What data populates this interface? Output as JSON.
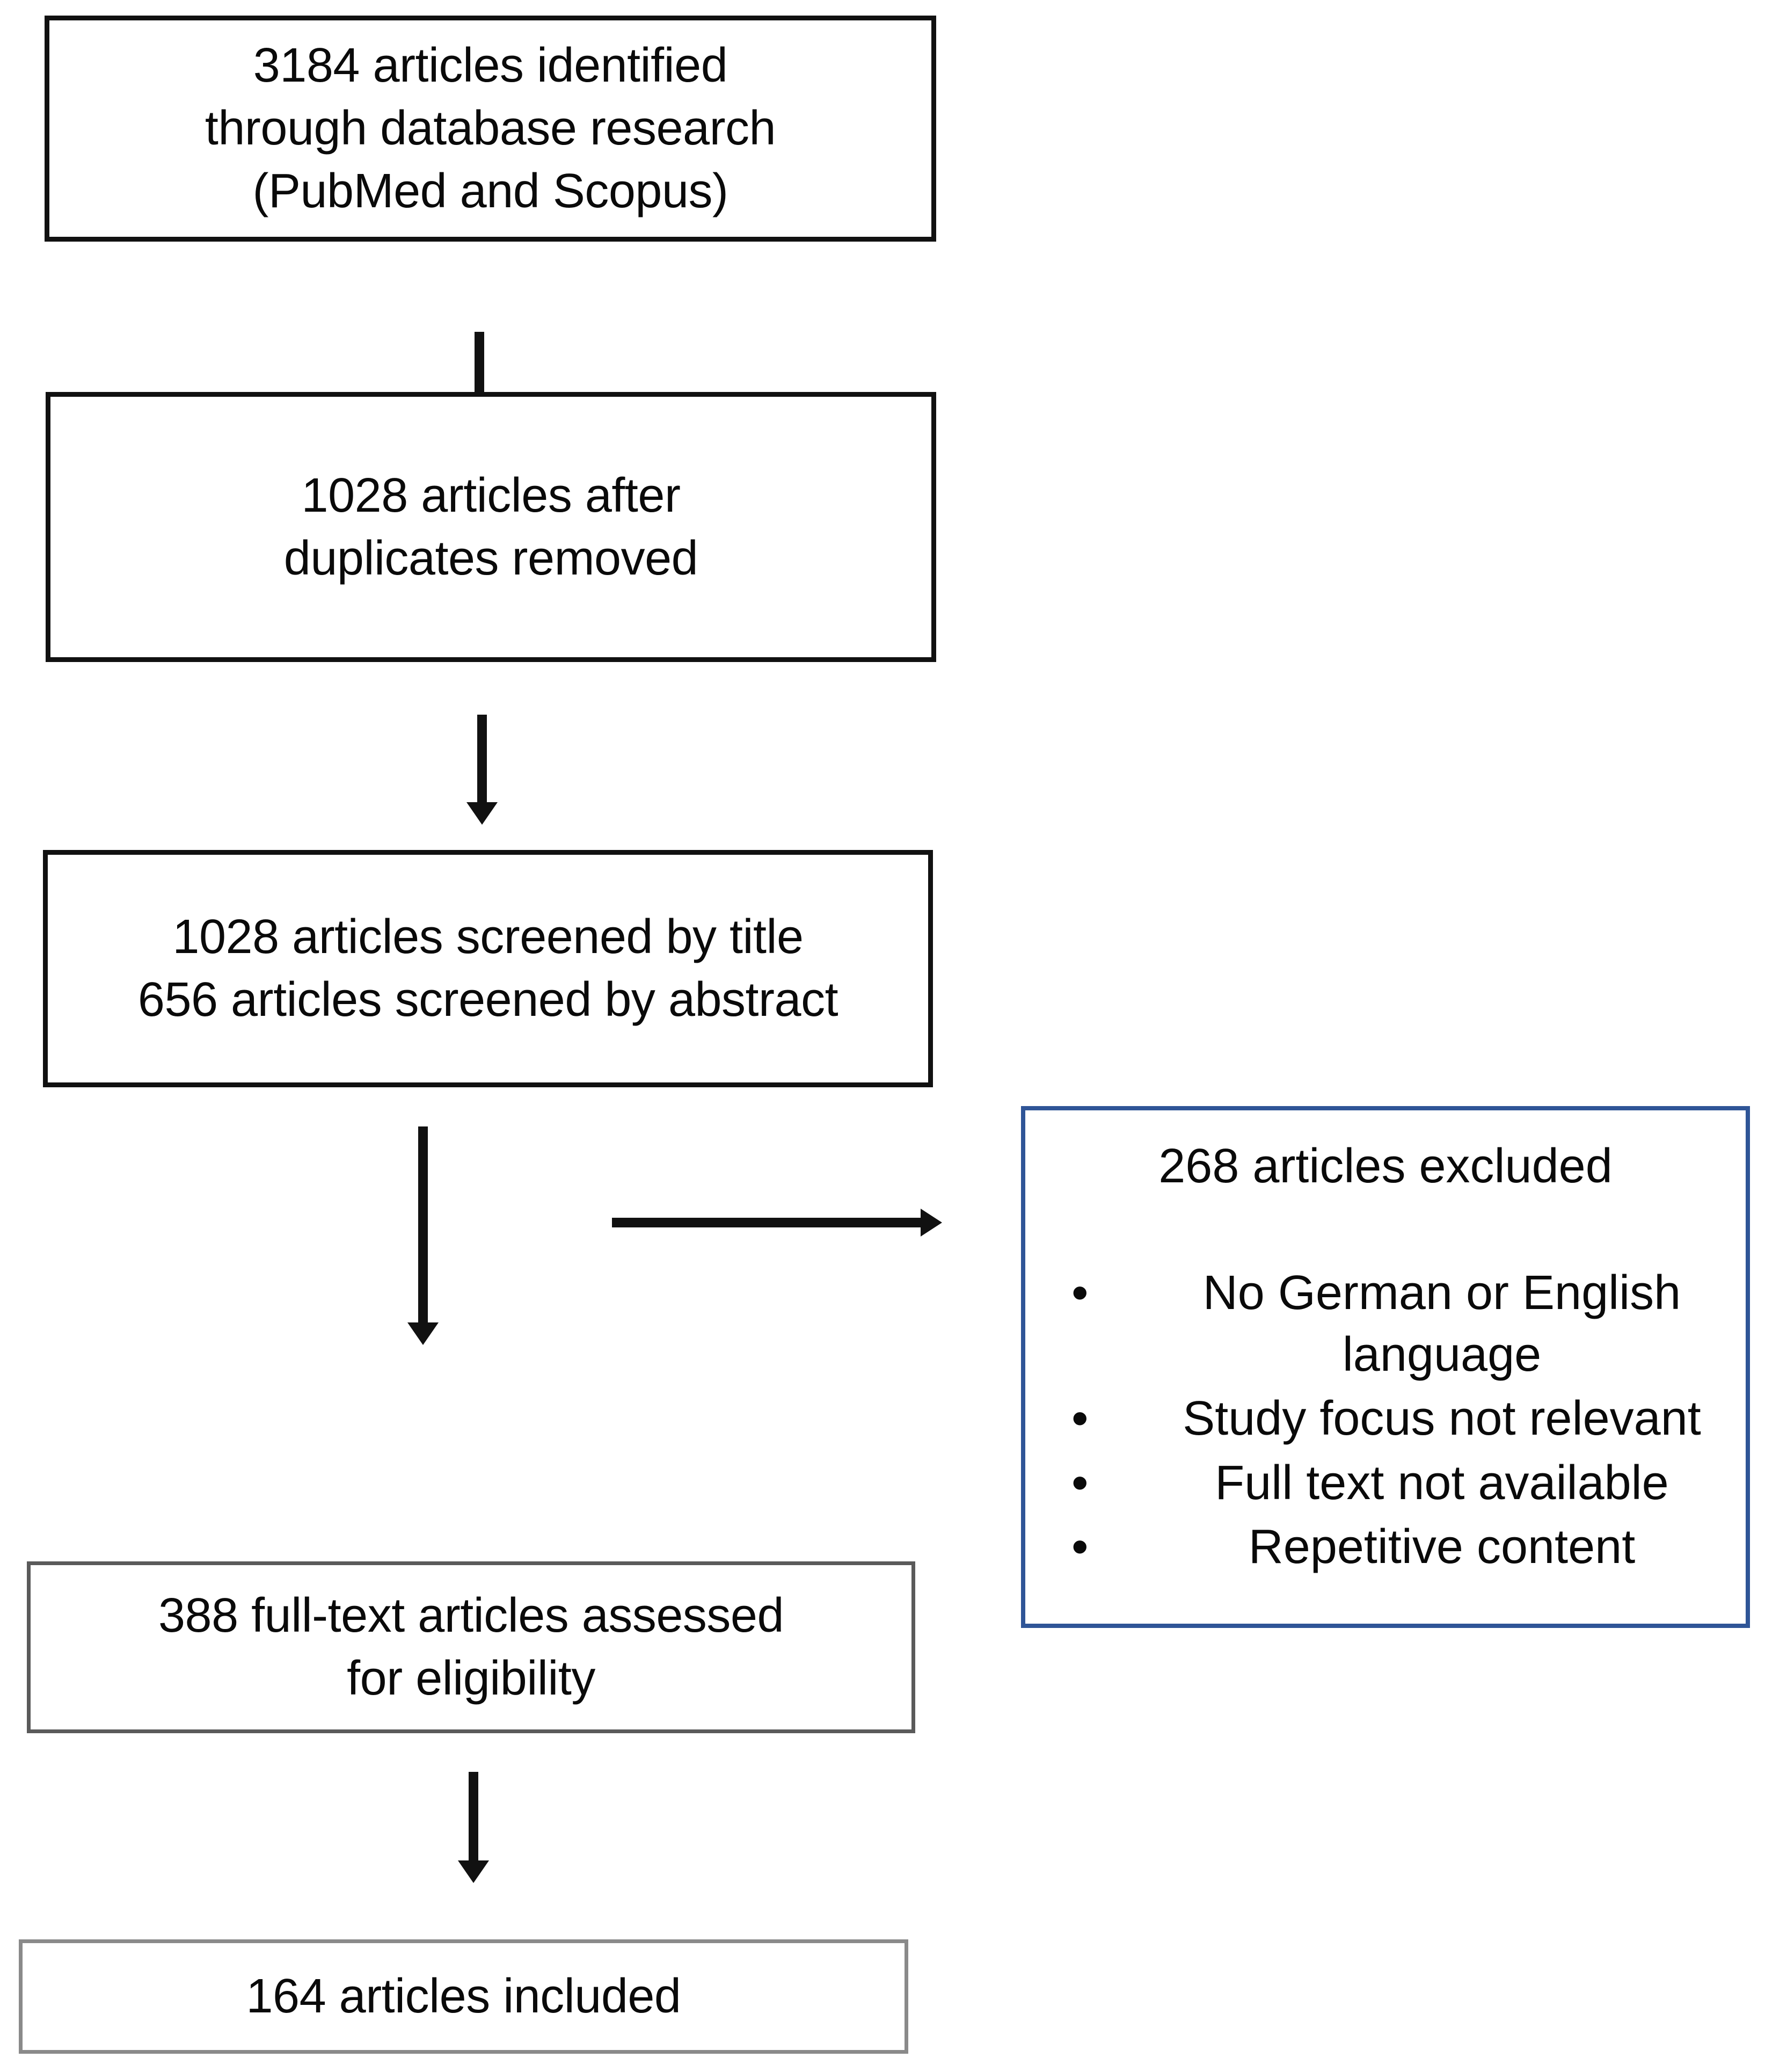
{
  "diagram": {
    "type": "prisma-flow-diagram",
    "title": "",
    "colors": {
      "box_border_black": "#111111",
      "box_border_gray": "#5a5a5a",
      "excluded_box_border_blue": "#2f5597",
      "text": "#0a0a0a",
      "background": "#ffffff",
      "arrow": "#111111"
    },
    "nodes": {
      "identified": {
        "lines": [
          "3184 articles identified",
          "through database research",
          "(PubMed and Scopus)"
        ],
        "count": 3184
      },
      "duplicates_removed": {
        "lines": [
          "1028 articles after",
          "duplicates removed"
        ],
        "count": 1028
      },
      "screened": {
        "lines": [
          "1028 articles screened by title",
          "656 articles screened by abstract"
        ],
        "count_title": 1028,
        "count_abstract": 656
      },
      "excluded": {
        "title": "268 articles excluded",
        "count": 268,
        "bullet_glyph": "•",
        "reasons": [
          "No German or English language",
          "Study focus not relevant",
          "Full text not available",
          "Repetitive content"
        ]
      },
      "full_text_assessed": {
        "lines": [
          "388 full-text articles assessed",
          "for eligibility"
        ],
        "count": 388
      },
      "included": {
        "lines": [
          "164 articles included"
        ],
        "count": 164
      }
    },
    "edges": [
      {
        "from": "identified",
        "to": "duplicates_removed",
        "direction": "down"
      },
      {
        "from": "duplicates_removed",
        "to": "screened",
        "direction": "down"
      },
      {
        "from": "screened",
        "to": "full_text_assessed",
        "direction": "down"
      },
      {
        "from": "screened",
        "to": "excluded",
        "direction": "right"
      },
      {
        "from": "full_text_assessed",
        "to": "included",
        "direction": "down"
      }
    ]
  }
}
